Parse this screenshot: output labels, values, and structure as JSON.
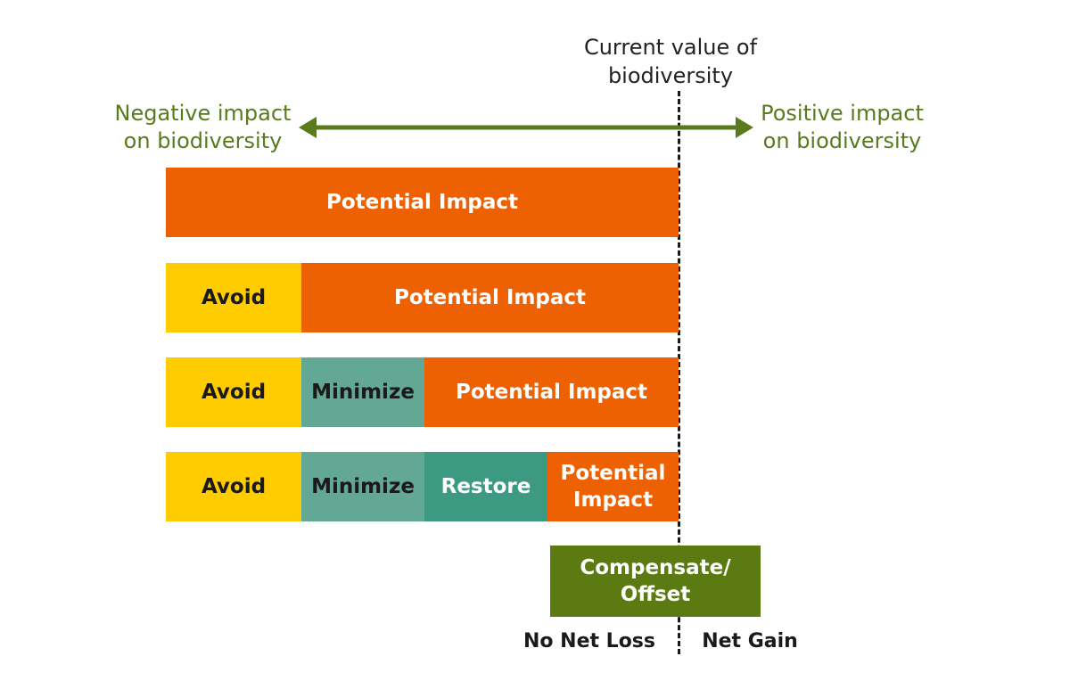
{
  "header": {
    "current_value_line1": "Current value of",
    "current_value_line2": "biodiversity",
    "negative_line1": "Negative impact",
    "negative_line2": "on biodiversity",
    "positive_line1": "Positive impact",
    "positive_line2": "on biodiversity"
  },
  "rows": [
    {
      "segments": [
        {
          "label": "Potential Impact",
          "kind": "potential"
        }
      ]
    },
    {
      "segments": [
        {
          "label": "Avoid",
          "kind": "avoid"
        },
        {
          "label": "Potential Impact",
          "kind": "potential"
        }
      ]
    },
    {
      "segments": [
        {
          "label": "Avoid",
          "kind": "avoid"
        },
        {
          "label": "Minimize",
          "kind": "minimize"
        },
        {
          "label": "Potential Impact",
          "kind": "potential"
        }
      ]
    },
    {
      "segments": [
        {
          "label": "Avoid",
          "kind": "avoid"
        },
        {
          "label": "Minimize",
          "kind": "minimize"
        },
        {
          "label": "Restore",
          "kind": "restore"
        },
        {
          "label_line1": "Potential",
          "label_line2": "Impact",
          "kind": "potential"
        }
      ]
    }
  ],
  "offset": {
    "line1": "Compensate/",
    "line2": "Offset"
  },
  "footer": {
    "no_net_loss": "No Net Loss",
    "net_gain": "Net Gain"
  },
  "colors": {
    "potential": "#ee6102",
    "avoid": "#ffcc00",
    "minimize": "#63a894",
    "restore": "#3d9a82",
    "offset": "#5c7a12",
    "arrow": "#5a7a1e"
  }
}
